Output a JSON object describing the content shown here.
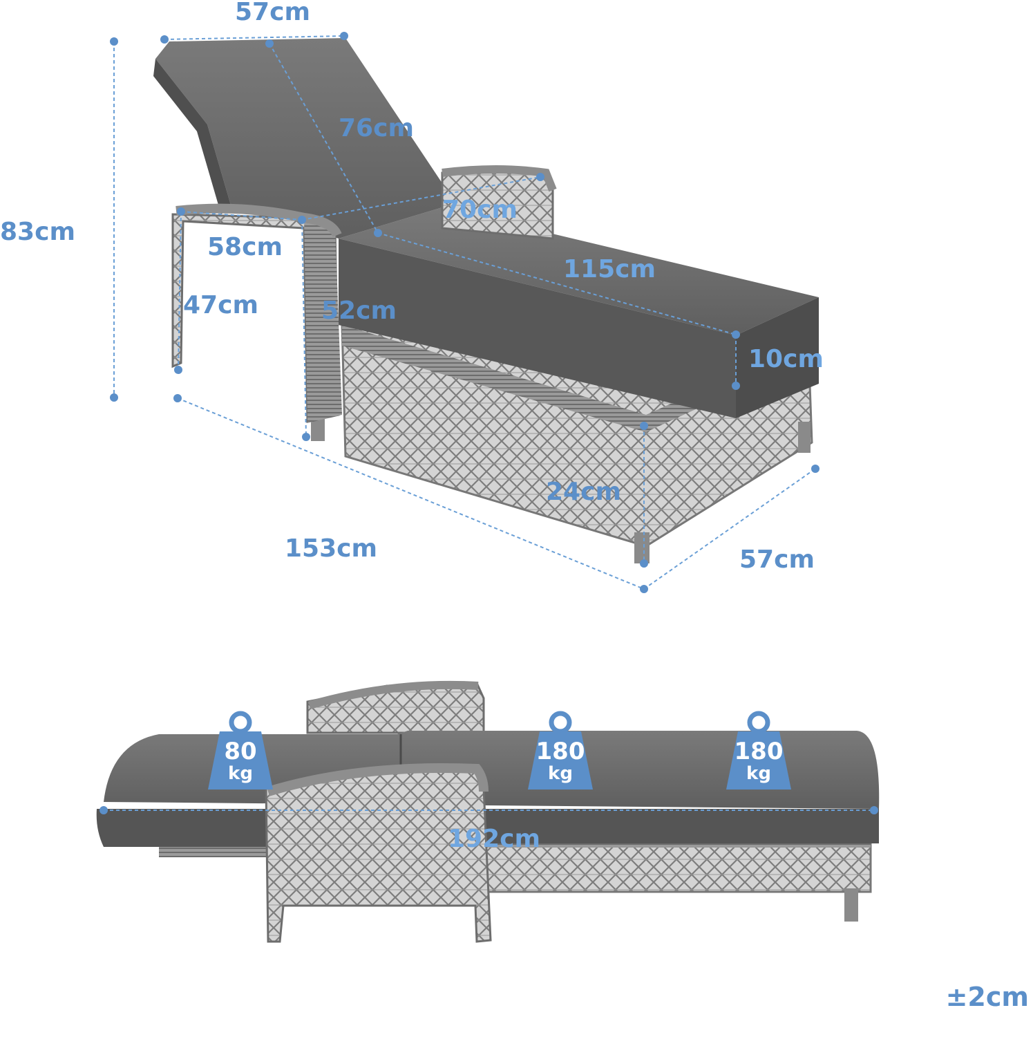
{
  "dimensions": {
    "top_width": "57cm",
    "backrest_length": "76cm",
    "total_height": "83cm",
    "inner_width": "70cm",
    "armrest_depth": "58cm",
    "seat_length": "115cm",
    "arm_height_outer": "47cm",
    "arm_height_inner": "52cm",
    "cushion_thickness": "10cm",
    "seat_height": "24cm",
    "total_length": "153cm",
    "bottom_width": "57cm",
    "flat_length": "192cm"
  },
  "loads": [
    {
      "value": "80",
      "unit": "kg"
    },
    {
      "value": "180",
      "unit": "kg"
    },
    {
      "value": "180",
      "unit": "kg"
    }
  ],
  "tolerance": "±2cm",
  "colors": {
    "dimension_blue": "#5b8fc9",
    "cushion_gray": "#6b6b6b",
    "wicker_gray": "#8a8a8a"
  }
}
